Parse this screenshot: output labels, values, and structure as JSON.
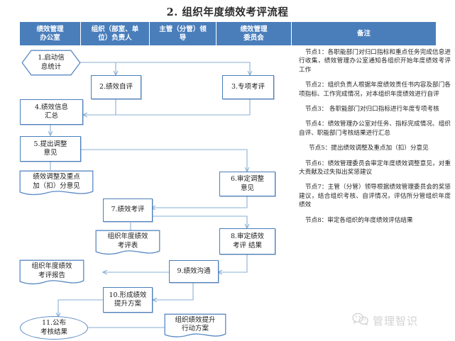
{
  "title": "2. 组织年度绩效考评流程",
  "colors": {
    "header_bg": "#4a7ebb",
    "node_border": "#4a7ebb",
    "wire": "#8aafd4",
    "text": "#1d1d1d",
    "watermark": "#d2d2d2"
  },
  "header": {
    "columns": [
      {
        "line1": "绩效管理",
        "line2": "办公室"
      },
      {
        "line1": "组织（部室、单",
        "line2": "位）负责人"
      },
      {
        "line1": "主管（分管）领",
        "line2": "导"
      },
      {
        "line1": "绩效管理",
        "line2": "委员会"
      },
      {
        "line1": "备注",
        "line2": ""
      }
    ]
  },
  "nodes": [
    {
      "id": "n1",
      "shape": "hexagon",
      "line1": "1.启动信",
      "line2": "息统计"
    },
    {
      "id": "n2",
      "shape": "rect",
      "line1": "2.绩效自评",
      "line2": ""
    },
    {
      "id": "n3",
      "shape": "rect",
      "line1": "3.专项考评",
      "line2": ""
    },
    {
      "id": "n4",
      "shape": "rect",
      "line1": "4.绩效信息",
      "line2": "汇总"
    },
    {
      "id": "n5",
      "shape": "rect",
      "line1": "5.提出调整",
      "line2": "意见"
    },
    {
      "id": "d1",
      "shape": "document",
      "line1": "绩效调整及重点",
      "line2": "加（扣）分意见"
    },
    {
      "id": "n6",
      "shape": "rect",
      "line1": "6.审定调整",
      "line2": "意见"
    },
    {
      "id": "n7",
      "shape": "rect",
      "line1": "7.绩效考评",
      "line2": ""
    },
    {
      "id": "d2",
      "shape": "document",
      "line1": "组织年度绩效",
      "line2": "考评表"
    },
    {
      "id": "n8",
      "shape": "rect",
      "line1": "8.审定绩效",
      "line2": "考评 结果"
    },
    {
      "id": "d3",
      "shape": "document",
      "line1": "组织年度绩效",
      "line2": "考评报告"
    },
    {
      "id": "n9",
      "shape": "rect",
      "line1": "9.绩效沟通",
      "line2": ""
    },
    {
      "id": "n10",
      "shape": "rect",
      "line1": "10.形成绩效",
      "line2": "提升方案"
    },
    {
      "id": "d4",
      "shape": "document",
      "line1": "组织绩效提升",
      "line2": "行动方案"
    },
    {
      "id": "n11",
      "shape": "oval",
      "line1": "11.公布",
      "line2": "考核结果"
    }
  ],
  "notes": [
    "节点1：各职能部门对归口指标和重点任务完成信息进行收集，绩效管理办公室通知各组织开始年度绩效考评工作",
    "节点2：组织负责人根据年度绩效责任书内容及部门各项指标、工作完成情况，对本组织年度绩效进行自评",
    "节点3： 各职能部门对归口指标进行年度专项考核",
    "节点4：绩效管理办公室对任务、指标完成情况、组织自评、职能部门考核结果进行汇总",
    "节点5：提出绩效调整及重点加（扣）分意见",
    "节点6：绩效管理委员会审定年度绩效调整意见，对重大贡献及过失拟出奖惩建议",
    "节点7：主管（分管）领导根据绩效管理委员会的奖惩建议，结合组织考核、自评情况，评估所分管组织年度绩效",
    "节点8：审定各组织的年度绩效评估结果"
  ],
  "watermark": {
    "label": "管理智识",
    "icon": "wechat-icon"
  }
}
